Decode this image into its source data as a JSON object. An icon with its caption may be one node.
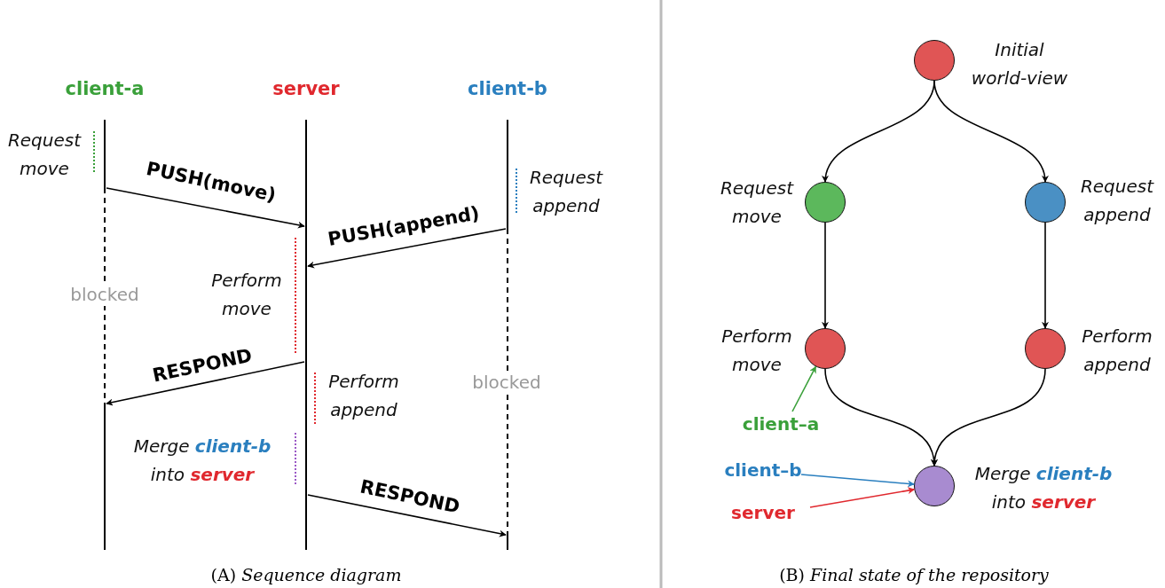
{
  "diagram": {
    "nodes": [
      {
        "text": [
          "client-a"
        ]
      },
      {
        "text": [
          "server"
        ]
      },
      {
        "text": [
          "client-b"
        ]
      },
      {
        "text": [],
        "shape": "circle",
        "beside": [
          "Initial world-view"
        ]
      },
      {
        "text": [],
        "shape": "circle",
        "beside": [
          "Request move"
        ]
      },
      {
        "text": [],
        "shape": "circle",
        "beside": [
          "Request append"
        ]
      },
      {
        "text": [],
        "shape": "circle",
        "beside": [
          "Perform move"
        ]
      },
      {
        "text": [],
        "shape": "circle",
        "beside": [
          "Perform append"
        ]
      },
      {
        "text": [],
        "shape": "circle",
        "beside": [
          "Merge **client-b** into **server**"
        ]
      },
      {
        "text": [
          "client–a"
        ]
      },
      {
        "text": [
          "client–b"
        ]
      },
      {
        "text": [
          "server"
        ]
      }
    ],
    "edges": [
      {
        "from": 0,
        "to": 1,
        "arrow": "to",
        "label": "PUSH(move)"
      },
      {
        "from": 2,
        "to": 1,
        "arrow": "to",
        "label": "PUSH(append)"
      },
      {
        "from": 1,
        "to": 0,
        "arrow": "to",
        "label": "RESPOND"
      },
      {
        "from": 1,
        "to": 2,
        "arrow": "to",
        "label": "RESPOND"
      },
      {
        "from": 3,
        "to": 4,
        "arrow": "to"
      },
      {
        "from": 3,
        "to": 5,
        "arrow": "to"
      },
      {
        "from": 4,
        "to": 6,
        "arrow": "to"
      },
      {
        "from": 5,
        "to": 7,
        "arrow": "to"
      },
      {
        "from": 6,
        "to": 8,
        "arrow": "to"
      },
      {
        "from": 7,
        "to": 8,
        "arrow": "to"
      },
      {
        "from": 9,
        "to": 6,
        "arrow": "to",
        "color": "#3aa03a"
      },
      {
        "from": 10,
        "to": 8,
        "arrow": "to",
        "color": "#2a7fbf"
      },
      {
        "from": 11,
        "to": 8,
        "arrow": "to",
        "color": "#e0282e"
      }
    ],
    "labels": [
      "Request move",
      "Request append",
      "Perform move",
      "blocked",
      "blocked",
      "Perform append",
      "Merge **client-b** into **server**",
      "(A) *Sequence diagram*",
      "(B) *Final state of the repository*"
    ]
  }
}
